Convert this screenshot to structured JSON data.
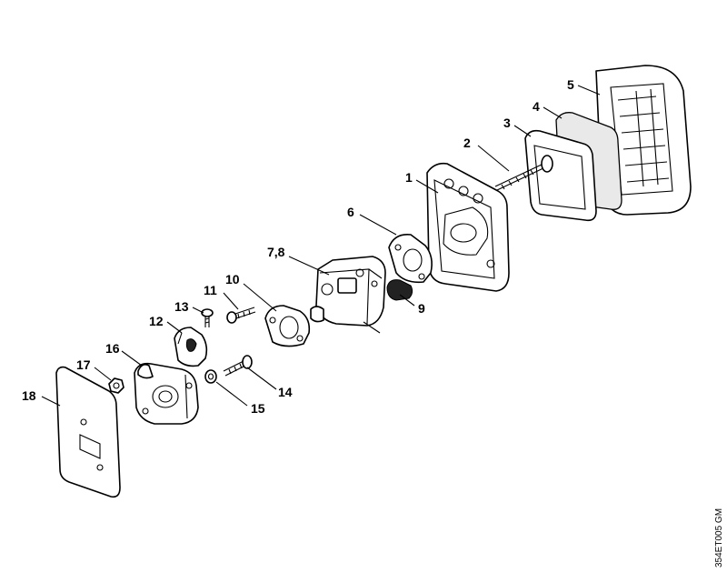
{
  "diagram": {
    "labels": {
      "l1": "1",
      "l2": "2",
      "l3": "3",
      "l4": "4",
      "l5": "5",
      "l6": "6",
      "l78": "7,8",
      "l9": "9",
      "l10": "10",
      "l11": "11",
      "l12": "12",
      "l13": "13",
      "l14": "14",
      "l15": "15",
      "l16": "16",
      "l17": "17",
      "l18": "18"
    },
    "drawing_code": "354ET005 GM",
    "line_color": "#000000",
    "background_color": "#ffffff"
  }
}
